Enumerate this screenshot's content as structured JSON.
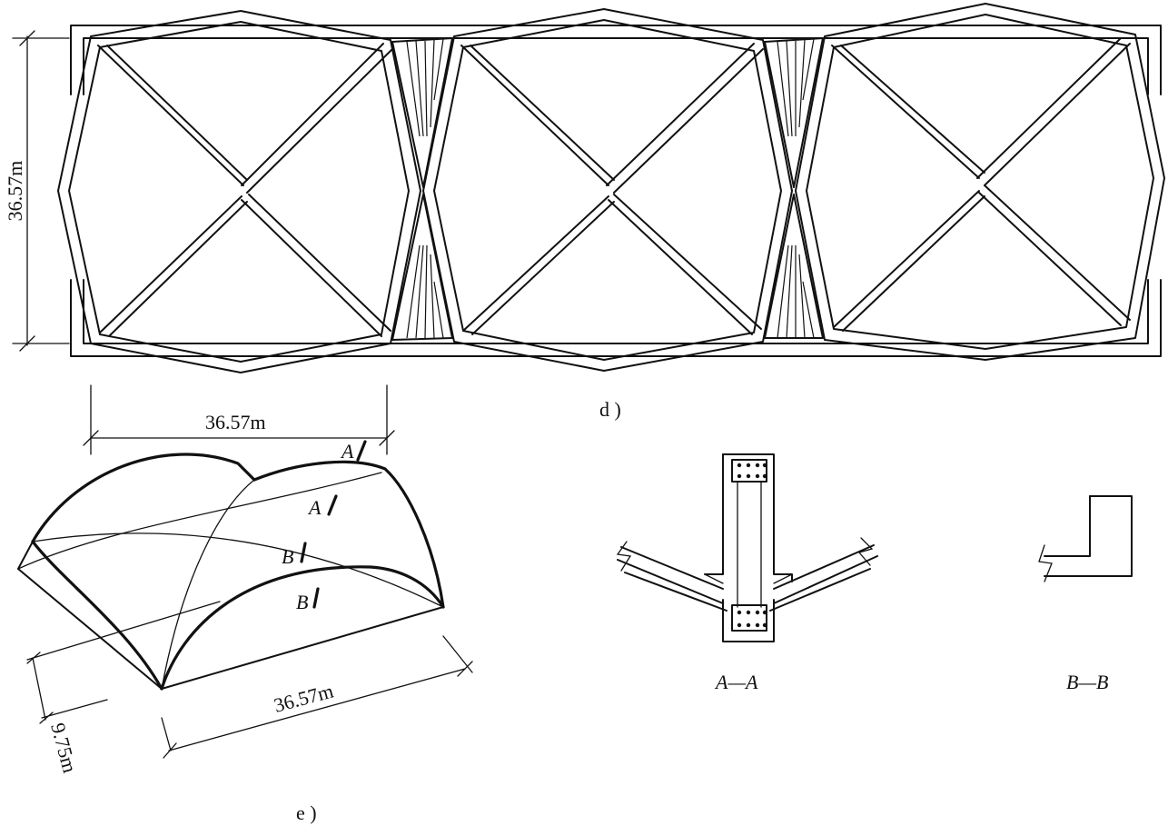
{
  "plan": {
    "dimension_vertical": "36.57m",
    "caption": "d )"
  },
  "isometric": {
    "dimension_top": "36.57m",
    "dimension_bottom": "36.57m",
    "dimension_rise": "9.75m",
    "section_marks": [
      "A",
      "A",
      "B",
      "B"
    ],
    "caption": "e )"
  },
  "sections": {
    "section_aa_label": "A—A",
    "section_bb_label": "B—B"
  }
}
